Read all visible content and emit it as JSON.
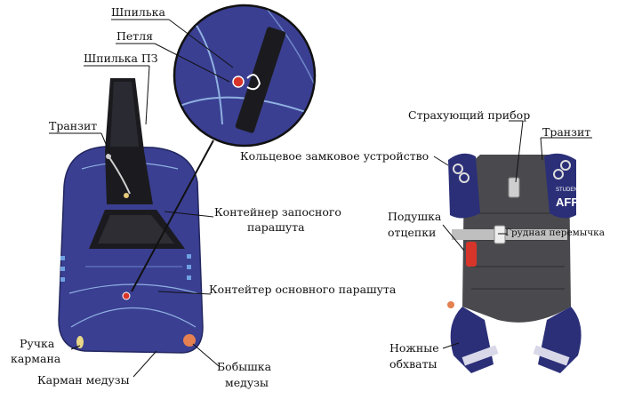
{
  "colors": {
    "container_blue": "#3a3f92",
    "container_dark": "#2b2f78",
    "panel_black": "#1b1b1f",
    "harness_gray": "#4a4a4e",
    "accent_red": "#d8352a",
    "accent_orange": "#e58050",
    "leader_line": "#111111"
  },
  "icons": [
    "pin-icon",
    "loop-icon",
    "ring-release-icon",
    "aad-device-icon"
  ],
  "labels": {
    "pin": "Шпилька",
    "loop": "Петля",
    "reserve_pin": "Шпилька ПЗ",
    "transit_left": "Транзит",
    "reserve_container": [
      "Контейнер запосного",
      "парашута"
    ],
    "main_container": "Контейтер основного парашута",
    "pocket_handle": [
      "Ручка",
      "кармана"
    ],
    "jellyfish_pocket": "Карман медузы",
    "jellyfish_knob": [
      "Бобышка",
      "медузы"
    ],
    "aad": "Страхующий прибор",
    "transit_right": "Транзит",
    "ring_release": "Кольцевое замковое устройство",
    "cutaway_pad": [
      "Подушка",
      "отцепки"
    ],
    "chest_strap": "Грудная перемычка",
    "leg_straps": [
      "Ножные",
      "обхваты"
    ]
  },
  "harness_texts": {
    "student": "STUDENT",
    "aff": "AFF"
  }
}
